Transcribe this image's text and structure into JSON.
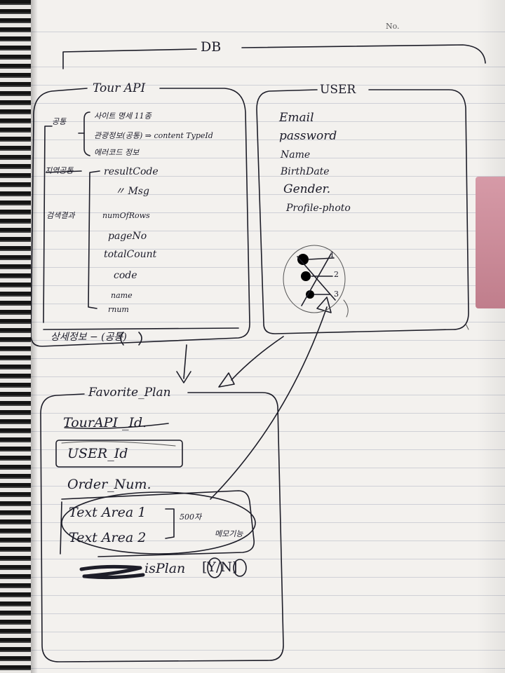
{
  "header": {
    "no_label": "No."
  },
  "db_title": "DB",
  "tour_api": {
    "title": "Tour API",
    "common_label": "공통",
    "common_items": [
      "사이트 명세 11종",
      "관광정보(공통) ⇒ content TypeId",
      "에러코드 정보"
    ],
    "region_label": "지역공통",
    "region_items": [
      "resultCode",
      "〃 Msg"
    ],
    "search_label": "검색결과",
    "fields": [
      "numOfRows",
      "pageNo",
      "totalCount",
      "code",
      "name",
      "rnum"
    ],
    "detail_text": "상세정보 − (공통)"
  },
  "user": {
    "title": "USER",
    "fields": [
      "Email",
      "password",
      "Name",
      "BirthDate",
      "Gender.",
      "Profile-photo"
    ],
    "sketch_numbers": [
      "1",
      "2",
      "3"
    ]
  },
  "favorite_plan": {
    "title": "Favorite_Plan",
    "fields": [
      "TourAPI _Id.",
      "USER_Id",
      "Order_Num."
    ],
    "text_areas": [
      "Text Area 1",
      "Text Area 2"
    ],
    "char_limit": "500자",
    "note": "메모기능",
    "is_plan": "isPlan",
    "is_plan_options": "[Y/N]"
  }
}
